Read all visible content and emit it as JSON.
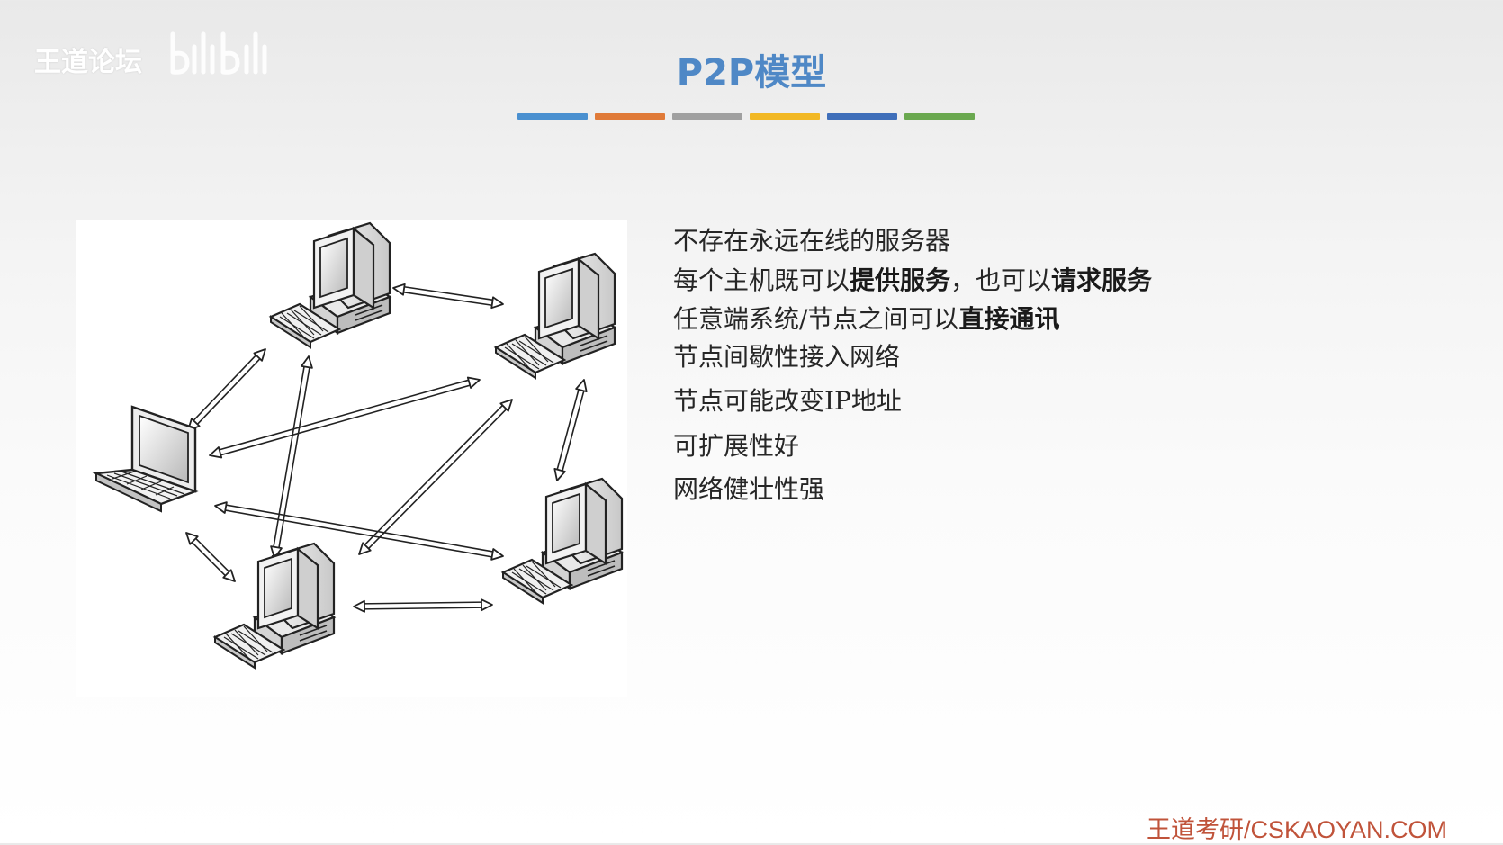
{
  "watermark": {
    "text": "王道论坛"
  },
  "title": "P2P模型",
  "color_bar": [
    "#4a90d0",
    "#e07a38",
    "#a0a0a0",
    "#f2b824",
    "#3f6fba",
    "#6aa84f"
  ],
  "bullets": [
    {
      "segments": [
        {
          "text": "不存在永远在线的服务器",
          "bold": false
        }
      ]
    },
    {
      "segments": [
        {
          "text": "每个主机既可以",
          "bold": false
        },
        {
          "text": "提供服务",
          "bold": true
        },
        {
          "text": "，也可以",
          "bold": false
        },
        {
          "text": "请求服务",
          "bold": true
        }
      ]
    },
    {
      "segments": [
        {
          "text": "任意端系统/节点之间可以",
          "bold": false
        },
        {
          "text": "直接通讯",
          "bold": true
        }
      ]
    },
    {
      "segments": [
        {
          "text": "节点间歇性接入网络",
          "bold": false
        }
      ]
    },
    {
      "segments": [
        {
          "text": "节点可能改变IP地址",
          "bold": false
        }
      ]
    },
    {
      "segments": [
        {
          "text": "可扩展性好",
          "bold": false
        }
      ]
    },
    {
      "segments": [
        {
          "text": "网络健壮性强",
          "bold": false
        }
      ]
    }
  ],
  "diagram": {
    "nodes": [
      {
        "id": "desktop-top",
        "type": "desktop"
      },
      {
        "id": "desktop-right-top",
        "type": "desktop"
      },
      {
        "id": "laptop-left",
        "type": "laptop"
      },
      {
        "id": "desktop-right-bottom",
        "type": "desktop"
      },
      {
        "id": "desktop-bottom",
        "type": "desktop"
      }
    ],
    "links": [
      [
        "desktop-top",
        "desktop-right-top"
      ],
      [
        "desktop-top",
        "laptop-left"
      ],
      [
        "desktop-top",
        "desktop-bottom"
      ],
      [
        "laptop-left",
        "desktop-right-top"
      ],
      [
        "laptop-left",
        "desktop-right-bottom"
      ],
      [
        "laptop-left",
        "desktop-bottom"
      ],
      [
        "desktop-right-top",
        "desktop-right-bottom"
      ],
      [
        "desktop-right-top",
        "desktop-bottom"
      ],
      [
        "desktop-bottom",
        "desktop-right-bottom"
      ]
    ]
  },
  "footer": "王道考研/CSKAOYAN.COM"
}
